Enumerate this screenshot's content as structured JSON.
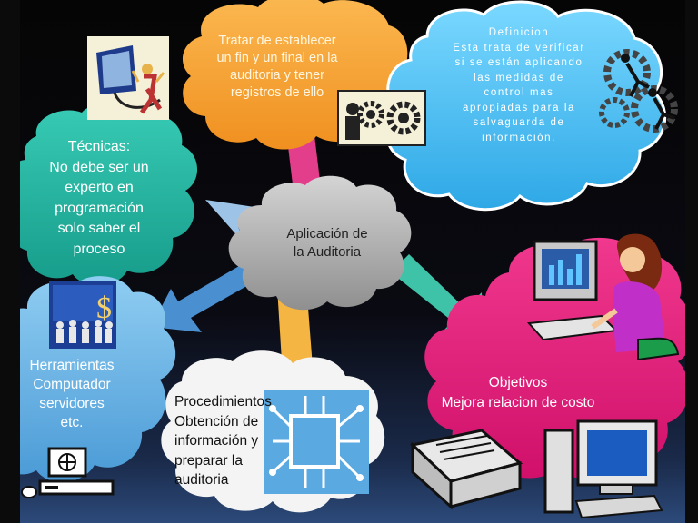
{
  "center": {
    "label": "Aplicación de\nla Auditoria"
  },
  "nodes": {
    "top": {
      "text": "Tratar de establecer\nun fin y un final en la\nauditoria y tener\nregistros de ello"
    },
    "definicion": {
      "text": "Definicion\nEsta trata de verificar\nsi se están aplicando\nlas medidas de\ncontrol mas\napropiadas para la\nsalvaguarda de\ninformación."
    },
    "tecnicas": {
      "text": "Técnicas:\nNo debe ser un\nexperto en\nprogramación\nsolo saber el\nproceso"
    },
    "herramientas": {
      "text": "Herramientas\nComputador\nservidores\netc."
    },
    "procedimientos": {
      "text": "Procedimientos\nObtención de\ninformación y\npreparar la\nauditoria"
    },
    "objetivos": {
      "text": "Objetivos\nMejora relacion de costo"
    }
  },
  "colors": {
    "orange": "#f7a83a",
    "light_blue": "#5ac8f5",
    "teal": "#26b8a6",
    "gray": "#b9b9b9",
    "pink": "#e8237d",
    "arrow_pink": "#e33e8c",
    "arrow_green": "#3fc3a8",
    "arrow_blue": "#9dc3e6",
    "arrow_orange": "#f5b542",
    "white_cloud": "#f2f2f2"
  },
  "icons": {
    "top_left": "monitor-person-icon",
    "top_gears": "gears-person-icon",
    "definicion_gears": "gears-running-figures-icon",
    "tecnicas": "business-people-icon",
    "herramientas": "computer-globe-icon",
    "procedimientos": "circuit-icon",
    "objetivos_person": "woman-computer-icon",
    "objetivos_printer": "printer-icon",
    "objetivos_computer": "desktop-computer-icon"
  }
}
